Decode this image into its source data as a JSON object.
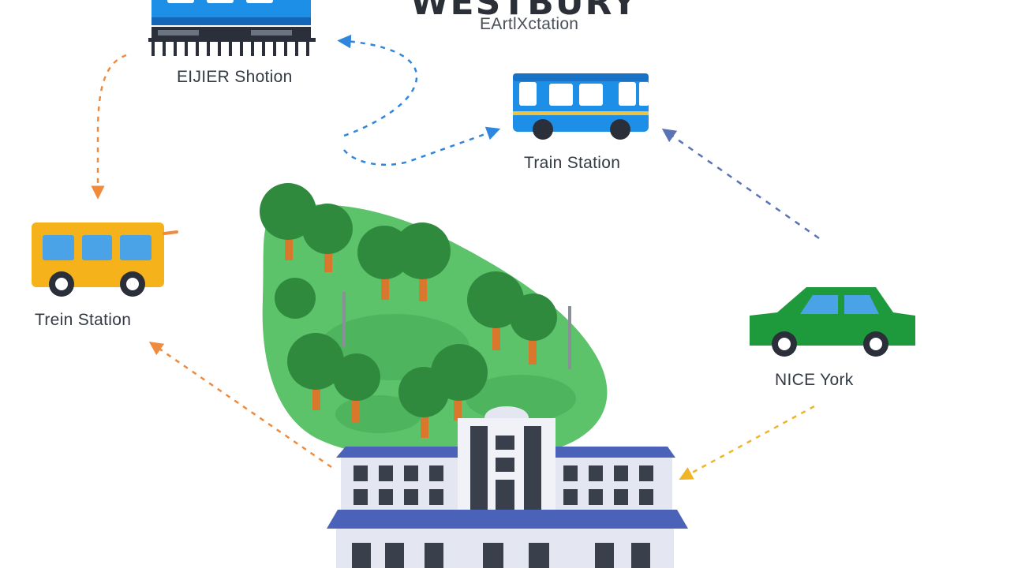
{
  "header": {
    "title": "WESTBURY",
    "subtitle": "EArtlXctation"
  },
  "nodes": {
    "top_train": {
      "label": "EIJIER Shotion",
      "icon": "train-icon"
    },
    "right_train": {
      "label": "Train Station",
      "icon": "tram-icon"
    },
    "left_bus": {
      "label": "Trein Station",
      "icon": "bus-icon"
    },
    "car": {
      "label": "NICE York",
      "icon": "car-icon"
    },
    "park": {
      "icon": "park-trees-icon"
    },
    "building": {
      "icon": "office-building-icon"
    }
  },
  "colors": {
    "blue_vehicle": "#1e8fe6",
    "yellow_bus": "#f6b21a",
    "green_car": "#1e9a3c",
    "park_green": "#5cc36a",
    "tree_green": "#2f8a3e",
    "trunk": "#d9772c",
    "arrow_orange": "#f08a3c",
    "arrow_blue": "#2f86de",
    "arrow_slate": "#5a73b5",
    "arrow_yellow": "#f0b428",
    "building_roof": "#4a63b8",
    "building_wall": "#e4e7f1",
    "window_dark": "#3a3f4c"
  }
}
